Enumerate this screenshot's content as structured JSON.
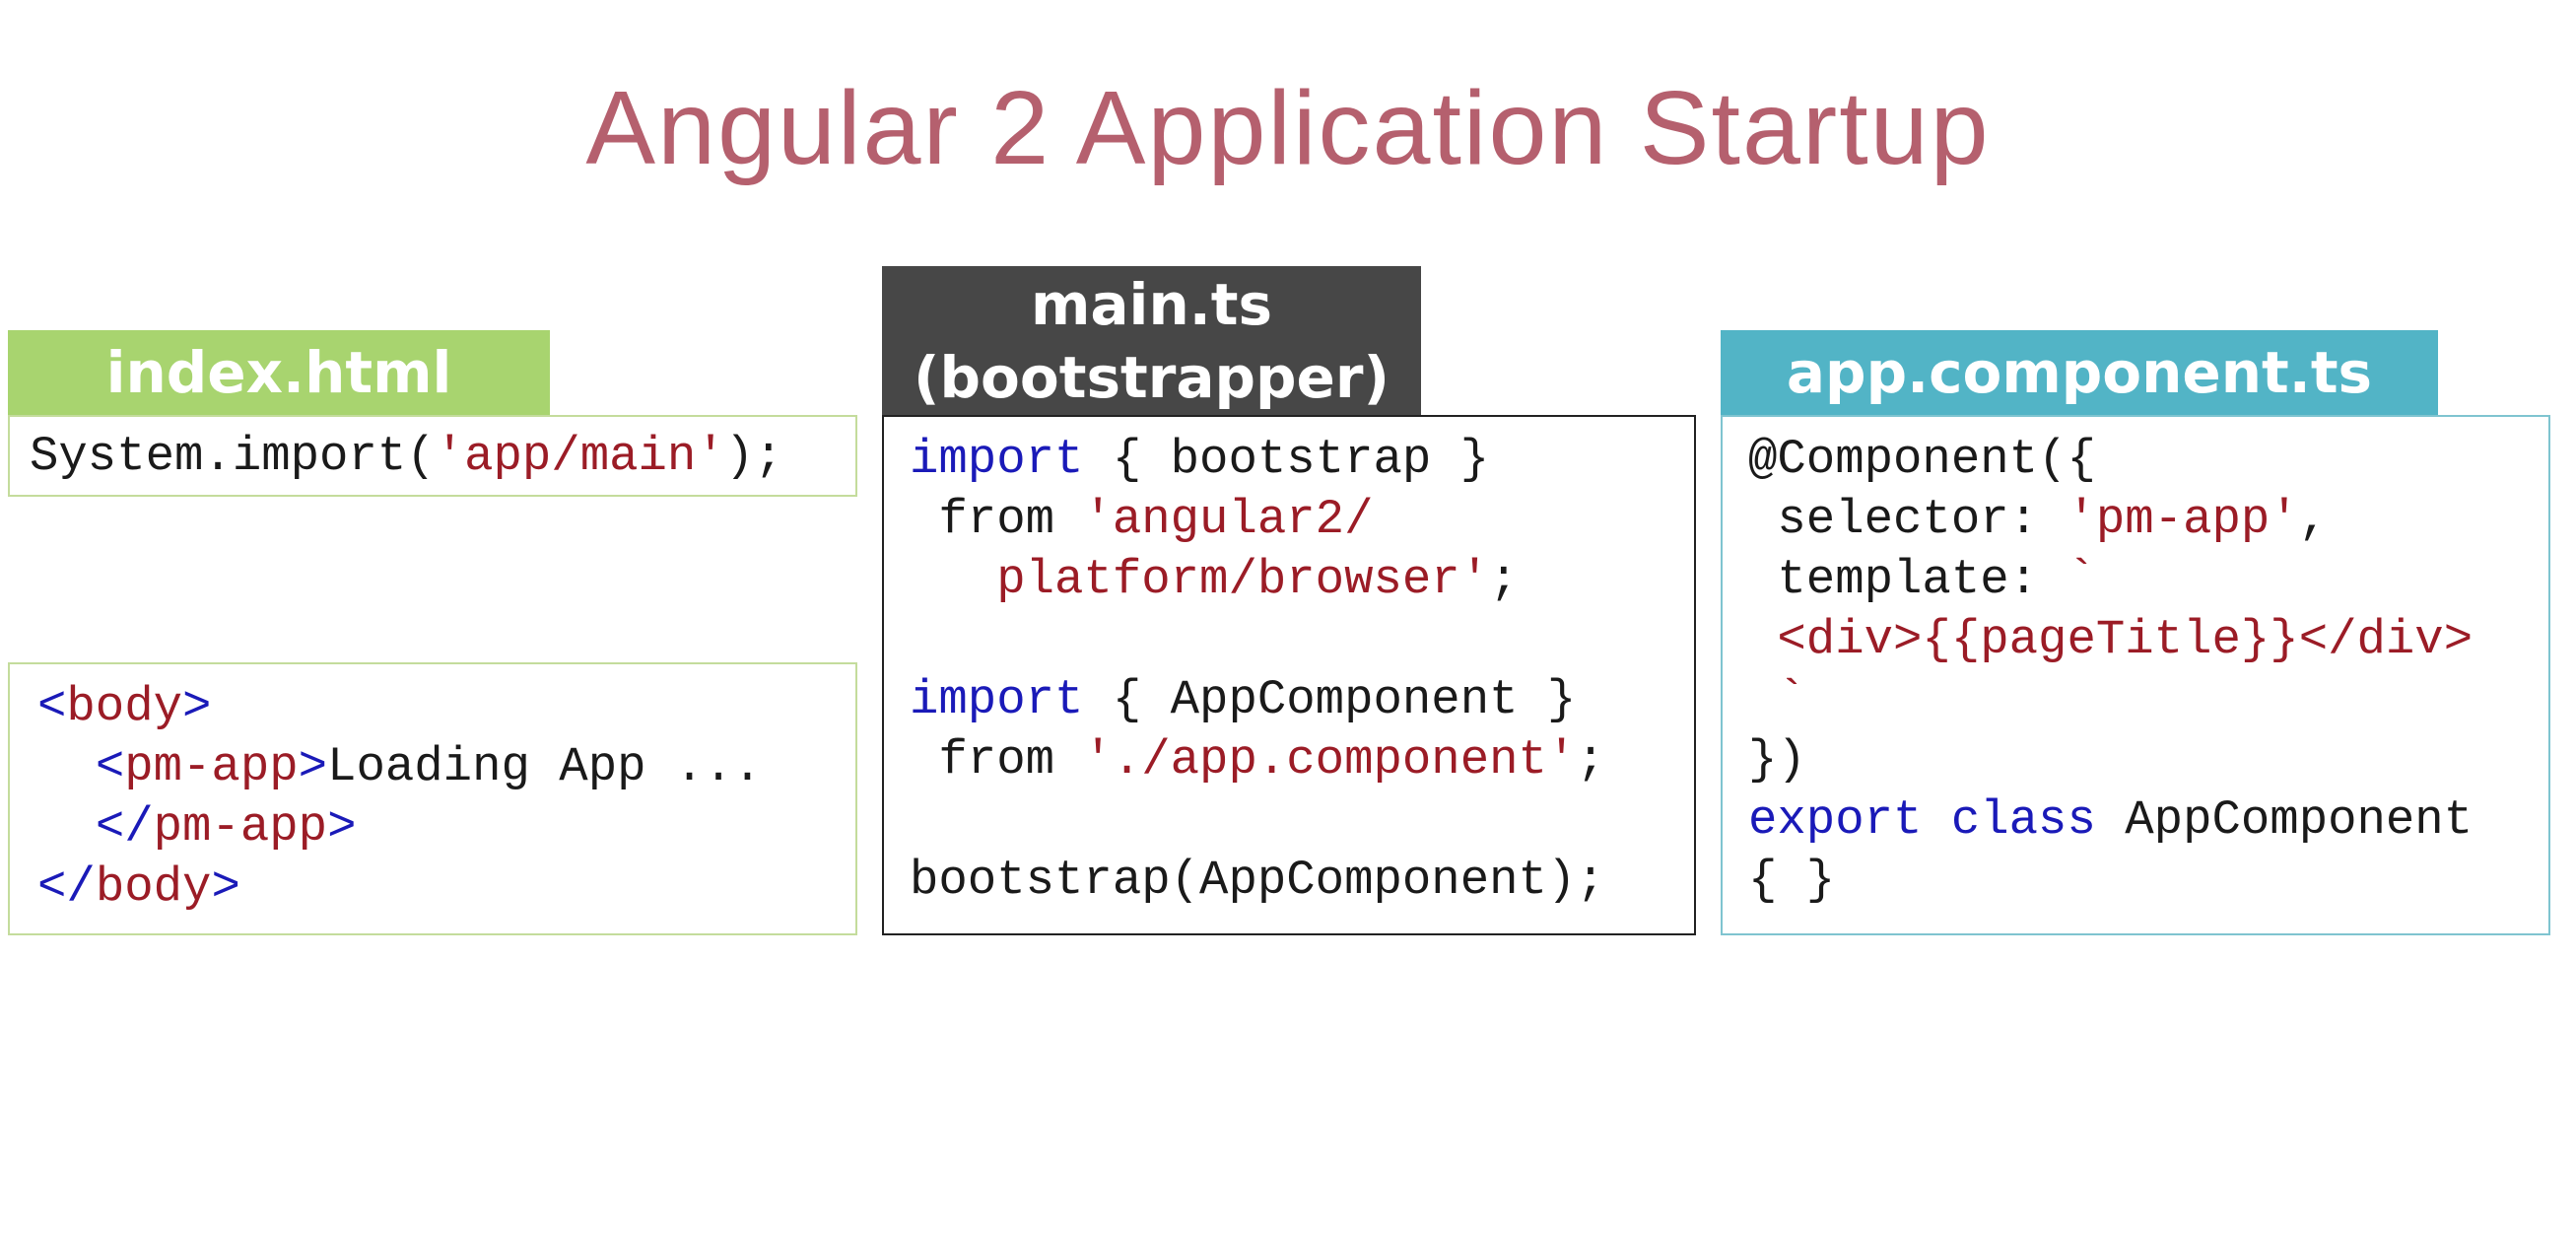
{
  "title": "Angular 2 Application Startup",
  "colors": {
    "title": "#b5606e",
    "index_tab": "#a8d46f",
    "index_border": "#c4dc9c",
    "main_tab": "#474747",
    "main_border": "#222222",
    "app_tab": "#52b4c6",
    "app_border": "#7fc4d0",
    "keyword": "#1a1ab8",
    "string": "#9b1c26",
    "text": "#1a1a1a"
  },
  "panels": {
    "index": {
      "label": "index.html"
    },
    "main": {
      "label_line1": "main.ts",
      "label_line2": "(bootstrapper)"
    },
    "app": {
      "label": "app.component.ts"
    }
  },
  "code": {
    "index_top": [
      [
        {
          "t": "System.import(",
          "c": "text"
        },
        {
          "t": "'app/main'",
          "c": "string"
        },
        {
          "t": ");",
          "c": "text"
        }
      ]
    ],
    "index_bottom": [
      [
        {
          "t": "<",
          "c": "keyword"
        },
        {
          "t": "body",
          "c": "string"
        },
        {
          "t": ">",
          "c": "keyword"
        }
      ],
      [
        {
          "t": "  ",
          "c": "text"
        },
        {
          "t": "<",
          "c": "keyword"
        },
        {
          "t": "pm-app",
          "c": "string"
        },
        {
          "t": ">",
          "c": "keyword"
        },
        {
          "t": "Loading App ...",
          "c": "text"
        }
      ],
      [
        {
          "t": "  ",
          "c": "text"
        },
        {
          "t": "</",
          "c": "keyword"
        },
        {
          "t": "pm-app",
          "c": "string"
        },
        {
          "t": ">",
          "c": "keyword"
        }
      ],
      [
        {
          "t": "</",
          "c": "keyword"
        },
        {
          "t": "body",
          "c": "string"
        },
        {
          "t": ">",
          "c": "keyword"
        }
      ]
    ],
    "main": [
      [
        {
          "t": "import",
          "c": "keyword"
        },
        {
          "t": " { bootstrap }",
          "c": "text"
        }
      ],
      [
        {
          "t": " from ",
          "c": "text"
        },
        {
          "t": "'angular2/",
          "c": "string"
        }
      ],
      [
        {
          "t": "   ",
          "c": "text"
        },
        {
          "t": "platform/browser'",
          "c": "string"
        },
        {
          "t": ";",
          "c": "text"
        }
      ],
      [],
      [
        {
          "t": "import",
          "c": "keyword"
        },
        {
          "t": " { AppComponent }",
          "c": "text"
        }
      ],
      [
        {
          "t": " from ",
          "c": "text"
        },
        {
          "t": "'./app.component'",
          "c": "string"
        },
        {
          "t": ";",
          "c": "text"
        }
      ],
      [],
      [
        {
          "t": "bootstrap(AppComponent);",
          "c": "text"
        }
      ]
    ],
    "app": [
      [
        {
          "t": "@Component({",
          "c": "text"
        }
      ],
      [
        {
          "t": " selector: ",
          "c": "text"
        },
        {
          "t": "'pm-app'",
          "c": "string"
        },
        {
          "t": ",",
          "c": "text"
        }
      ],
      [
        {
          "t": " template: ",
          "c": "text"
        },
        {
          "t": "`",
          "c": "string"
        }
      ],
      [
        {
          "t": " <div>{{pageTitle}}</div>",
          "c": "string"
        }
      ],
      [
        {
          "t": " `",
          "c": "string"
        }
      ],
      [
        {
          "t": "})",
          "c": "text"
        }
      ],
      [
        {
          "t": "export class",
          "c": "keyword"
        },
        {
          "t": " AppComponent",
          "c": "text"
        }
      ],
      [
        {
          "t": "{ }",
          "c": "text"
        }
      ]
    ]
  }
}
